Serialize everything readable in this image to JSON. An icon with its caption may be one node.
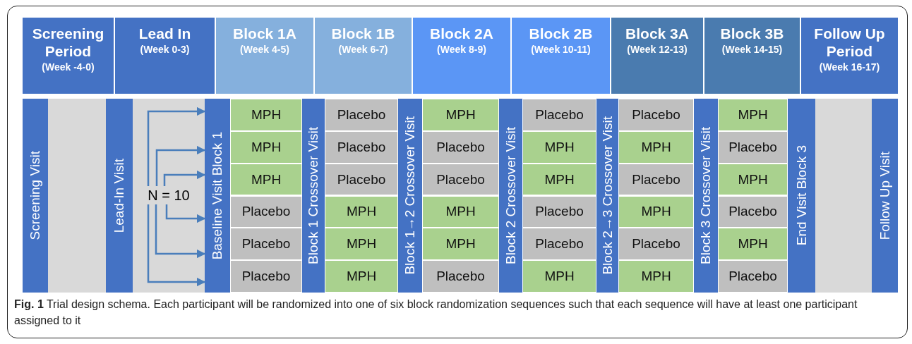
{
  "diagram": {
    "caption": "**Fig. 1** Trial design schema. Each participant will be randomized into one of six block randomization sequences such that each sequence will have at least one participant assigned to it",
    "nodes": [
      {
        "text": [
          "Screening Period",
          "(Week -4-0)"
        ]
      },
      {
        "text": [
          "Lead In",
          "(Week 0-3)"
        ]
      },
      {
        "text": [
          "Block 1A",
          "(Week 4-5)"
        ]
      },
      {
        "text": [
          "Block 1B",
          "(Week 6-7)"
        ]
      },
      {
        "text": [
          "Block 2A",
          "(Week 8-9)"
        ]
      },
      {
        "text": [
          "Block 2B",
          "(Week 10-11)"
        ]
      },
      {
        "text": [
          "Block 3A",
          "(Week 12-13)"
        ]
      },
      {
        "text": [
          "Block 3B",
          "(Week 14-15)"
        ]
      },
      {
        "text": [
          "Follow Up Period",
          "(Week 16-17)"
        ]
      },
      {
        "text": [
          "Screening Visit"
        ]
      },
      {
        "text": [
          "Lead-In Visit"
        ]
      },
      {
        "text": [
          "Baseline Visit Block 1"
        ]
      },
      {
        "text": [
          "Block 1 Crossover Visit"
        ]
      },
      {
        "text": [
          "Block 1→2 Crossover Visit"
        ]
      },
      {
        "text": [
          "Block 2 Crossover Visit"
        ]
      },
      {
        "text": [
          "Block 2→3 Crossover Visit"
        ]
      },
      {
        "text": [
          "Block 3 Crossover Visit"
        ]
      },
      {
        "text": [
          "End Visit Block 3"
        ]
      },
      {
        "text": [
          "Follow Up Visit"
        ]
      },
      {
        "text": [
          "N = 10"
        ],
        "in": 57
      },
      {
        "text": [
          "MPH"
        ]
      },
      {
        "text": [
          "Placebo"
        ]
      },
      {
        "text": [
          "MPH"
        ]
      },
      {
        "text": [
          "Placebo"
        ]
      },
      {
        "text": [
          "Placebo"
        ]
      },
      {
        "text": [
          "MPH"
        ]
      },
      {
        "text": [
          "MPH"
        ]
      },
      {
        "text": [
          "Placebo"
        ]
      },
      {
        "text": [
          "Placebo"
        ]
      },
      {
        "text": [
          "MPH"
        ]
      },
      {
        "text": [
          "MPH"
        ]
      },
      {
        "text": [
          "Placebo"
        ]
      },
      {
        "text": [
          "MPH"
        ]
      },
      {
        "text": [
          "Placebo"
        ]
      },
      {
        "text": [
          "Placebo"
        ]
      },
      {
        "text": [
          "MPH"
        ]
      },
      {
        "text": [
          "Placebo"
        ]
      },
      {
        "text": [
          "MPH"
        ]
      },
      {
        "text": [
          "Placebo"
        ]
      },
      {
        "text": [
          "MPH"
        ]
      },
      {
        "text": [
          "MPH"
        ]
      },
      {
        "text": [
          "Placebo"
        ]
      },
      {
        "text": [
          "MPH"
        ]
      },
      {
        "text": [
          "Placebo"
        ]
      },
      {
        "text": [
          "Placebo"
        ]
      },
      {
        "text": [
          "MPH"
        ]
      },
      {
        "text": [
          "MPH"
        ]
      },
      {
        "text": [
          "Placebo"
        ]
      },
      {
        "text": [
          "Placebo"
        ]
      },
      {
        "text": [
          "MPH"
        ]
      },
      {
        "text": [
          "Placebo"
        ]
      },
      {
        "text": [
          "MPH"
        ]
      },
      {
        "text": [
          "Placebo"
        ]
      },
      {
        "text": [
          "MPH"
        ]
      },
      {
        "text": [
          "MPH"
        ]
      },
      {
        "text": [
          "Placebo"
        ]
      },
      {
        "text": [],
        "shape": "box"
      },
      {
        "text": [],
        "shape": "box"
      },
      {
        "text": [],
        "shape": "box"
      }
    ],
    "edges": [
      {
        "from": 19,
        "to": 11,
        "arrow": "to"
      },
      {
        "from": 19,
        "to": 11,
        "arrow": "to"
      },
      {
        "from": 19,
        "to": 11,
        "arrow": "to"
      },
      {
        "from": 19,
        "to": 11,
        "arrow": "to"
      },
      {
        "from": 19,
        "to": 11,
        "arrow": "to"
      },
      {
        "from": 19,
        "to": 11,
        "arrow": "to"
      }
    ]
  }
}
